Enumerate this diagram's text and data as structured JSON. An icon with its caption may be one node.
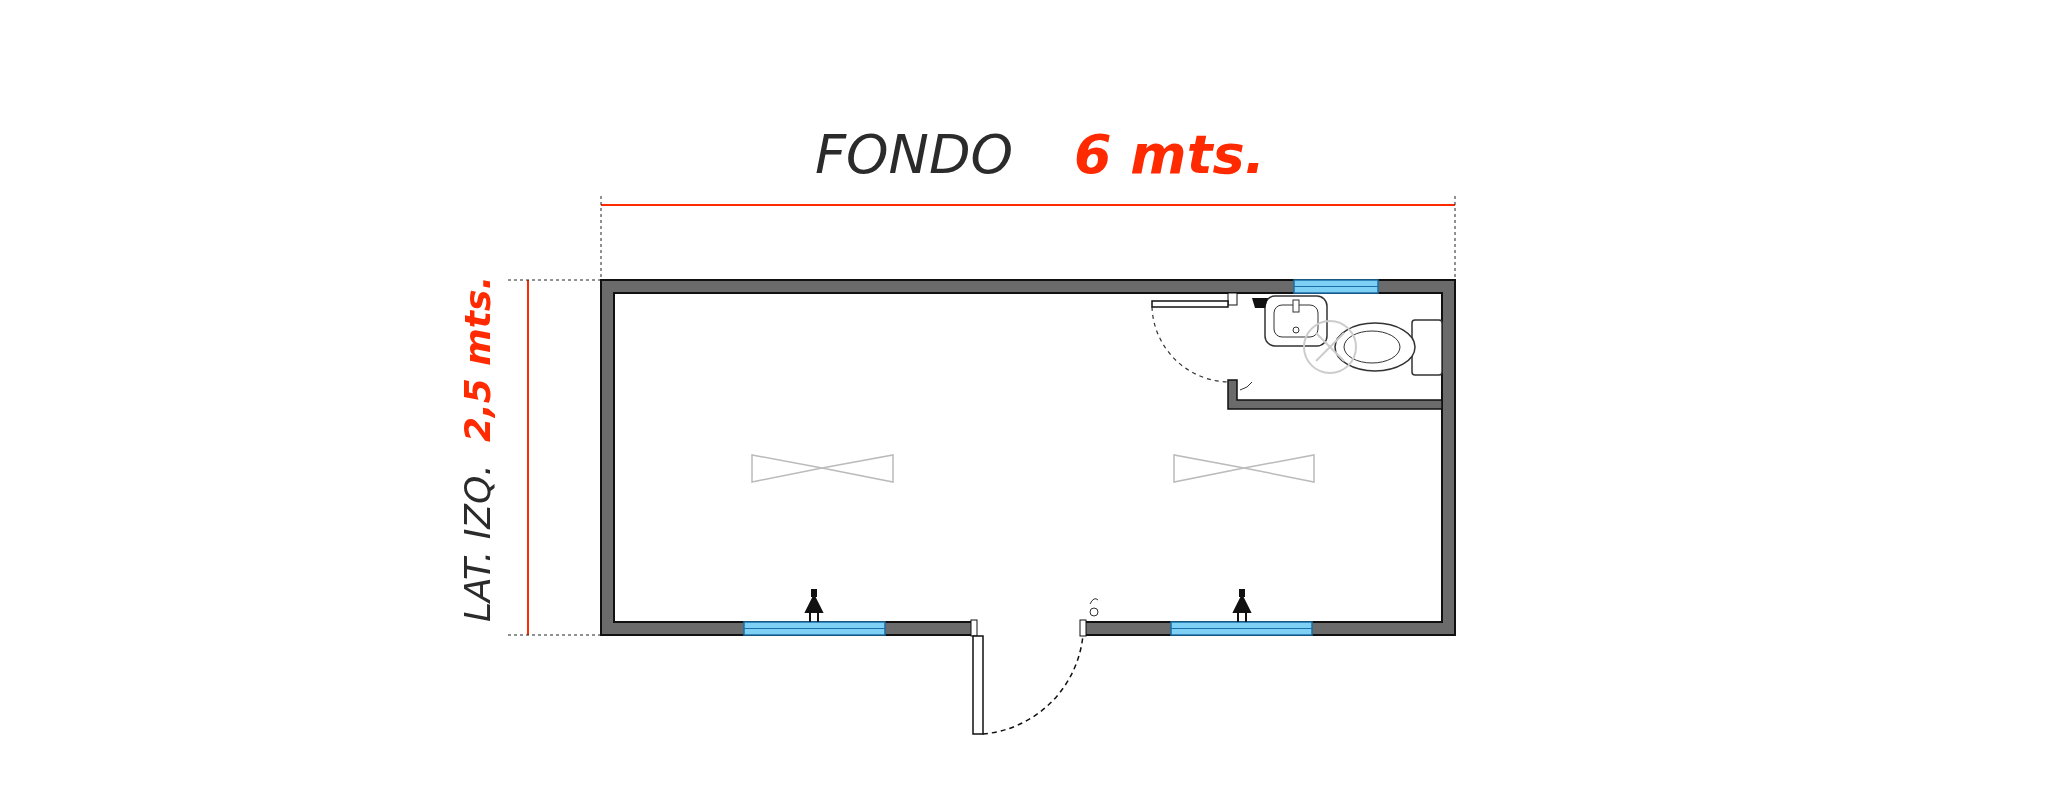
{
  "diagram": {
    "labels": [
      "FONDO",
      "6 mts.",
      "LAT. IZQ.",
      "2,5 mts."
    ]
  }
}
